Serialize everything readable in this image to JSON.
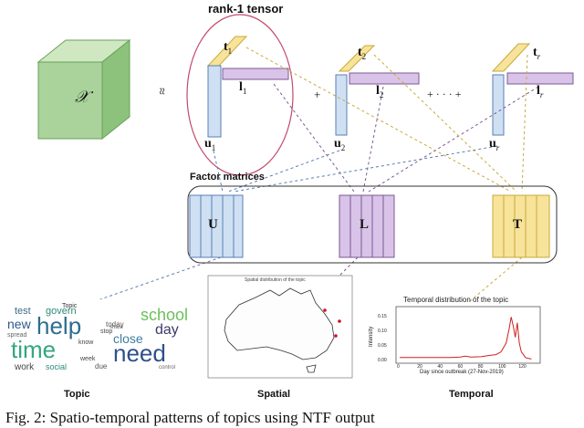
{
  "header": {
    "title": "rank-1 tensor"
  },
  "tensor": {
    "symbol": "𝒳",
    "approx_symbol": "≈"
  },
  "rank_terms": [
    {
      "t": "t",
      "t_sub": "1",
      "l": "l",
      "l_sub": "1",
      "u": "u",
      "u_sub": "1"
    },
    {
      "t": "t",
      "t_sub": "2",
      "l": "l",
      "l_sub": "2",
      "u": "u",
      "u_sub": "2"
    },
    {
      "t": "t",
      "t_sub": "r",
      "l": "l",
      "l_sub": "r",
      "u": "u",
      "u_sub": "r"
    }
  ],
  "operators": {
    "plus": "+",
    "ellipsis": "+ · · · +"
  },
  "factor": {
    "title": "Factor matrices",
    "U": "U",
    "L": "L",
    "T": "T"
  },
  "wordcloud": {
    "tag": "Topic",
    "words": [
      "test",
      "govern",
      "school",
      "new",
      "help",
      "day",
      "time",
      "need",
      "close",
      "today",
      "work",
      "social",
      "week",
      "stop",
      "know",
      "share",
      "spread",
      "due",
      "control"
    ]
  },
  "spatial": {
    "title": "Spatial distribution of the topic"
  },
  "temporal_chart": {
    "title": "Temporal distribution of the topic",
    "xlabel": "Day since outbreak (27-Nov-2019)",
    "ylabel": "Intensity",
    "yticks": [
      "0.15",
      "0.10",
      "0.05",
      "0.00"
    ],
    "xticks": [
      "0",
      "20",
      "40",
      "60",
      "80",
      "100",
      "120"
    ]
  },
  "panel_labels": {
    "topic": "Topic",
    "spatial": "Spatial",
    "temporal": "Temporal"
  },
  "caption": "Fig. 2: Spatio-temporal patterns of topics using NTF output",
  "colors": {
    "blue": "#cfe0f3",
    "blue_stroke": "#5a7fb5",
    "purple": "#d9c3e8",
    "purple_stroke": "#7a5a96",
    "yellow": "#f7e39a",
    "yellow_stroke": "#c9a93a",
    "cube": "#a9d39a",
    "circle": "#c24a6a"
  },
  "chart_data": {
    "type": "line",
    "title": "Temporal distribution of the topic",
    "xlabel": "Day since outbreak (27-Nov-2019)",
    "ylabel": "Intensity",
    "xlim": [
      0,
      135
    ],
    "ylim": [
      0,
      0.17
    ],
    "series": [
      {
        "x": [
          0,
          10,
          20,
          30,
          40,
          50,
          60,
          65,
          70,
          80,
          90,
          95,
          100,
          105,
          108,
          110,
          112,
          114,
          116,
          118,
          120,
          122,
          124,
          126,
          130
        ],
        "values": [
          0.01,
          0.01,
          0.01,
          0.01,
          0.01,
          0.01,
          0.012,
          0.015,
          0.012,
          0.013,
          0.018,
          0.02,
          0.03,
          0.06,
          0.11,
          0.15,
          0.12,
          0.08,
          0.13,
          0.06,
          0.03,
          0.02,
          0.01,
          0.008,
          0.005
        ]
      }
    ]
  }
}
